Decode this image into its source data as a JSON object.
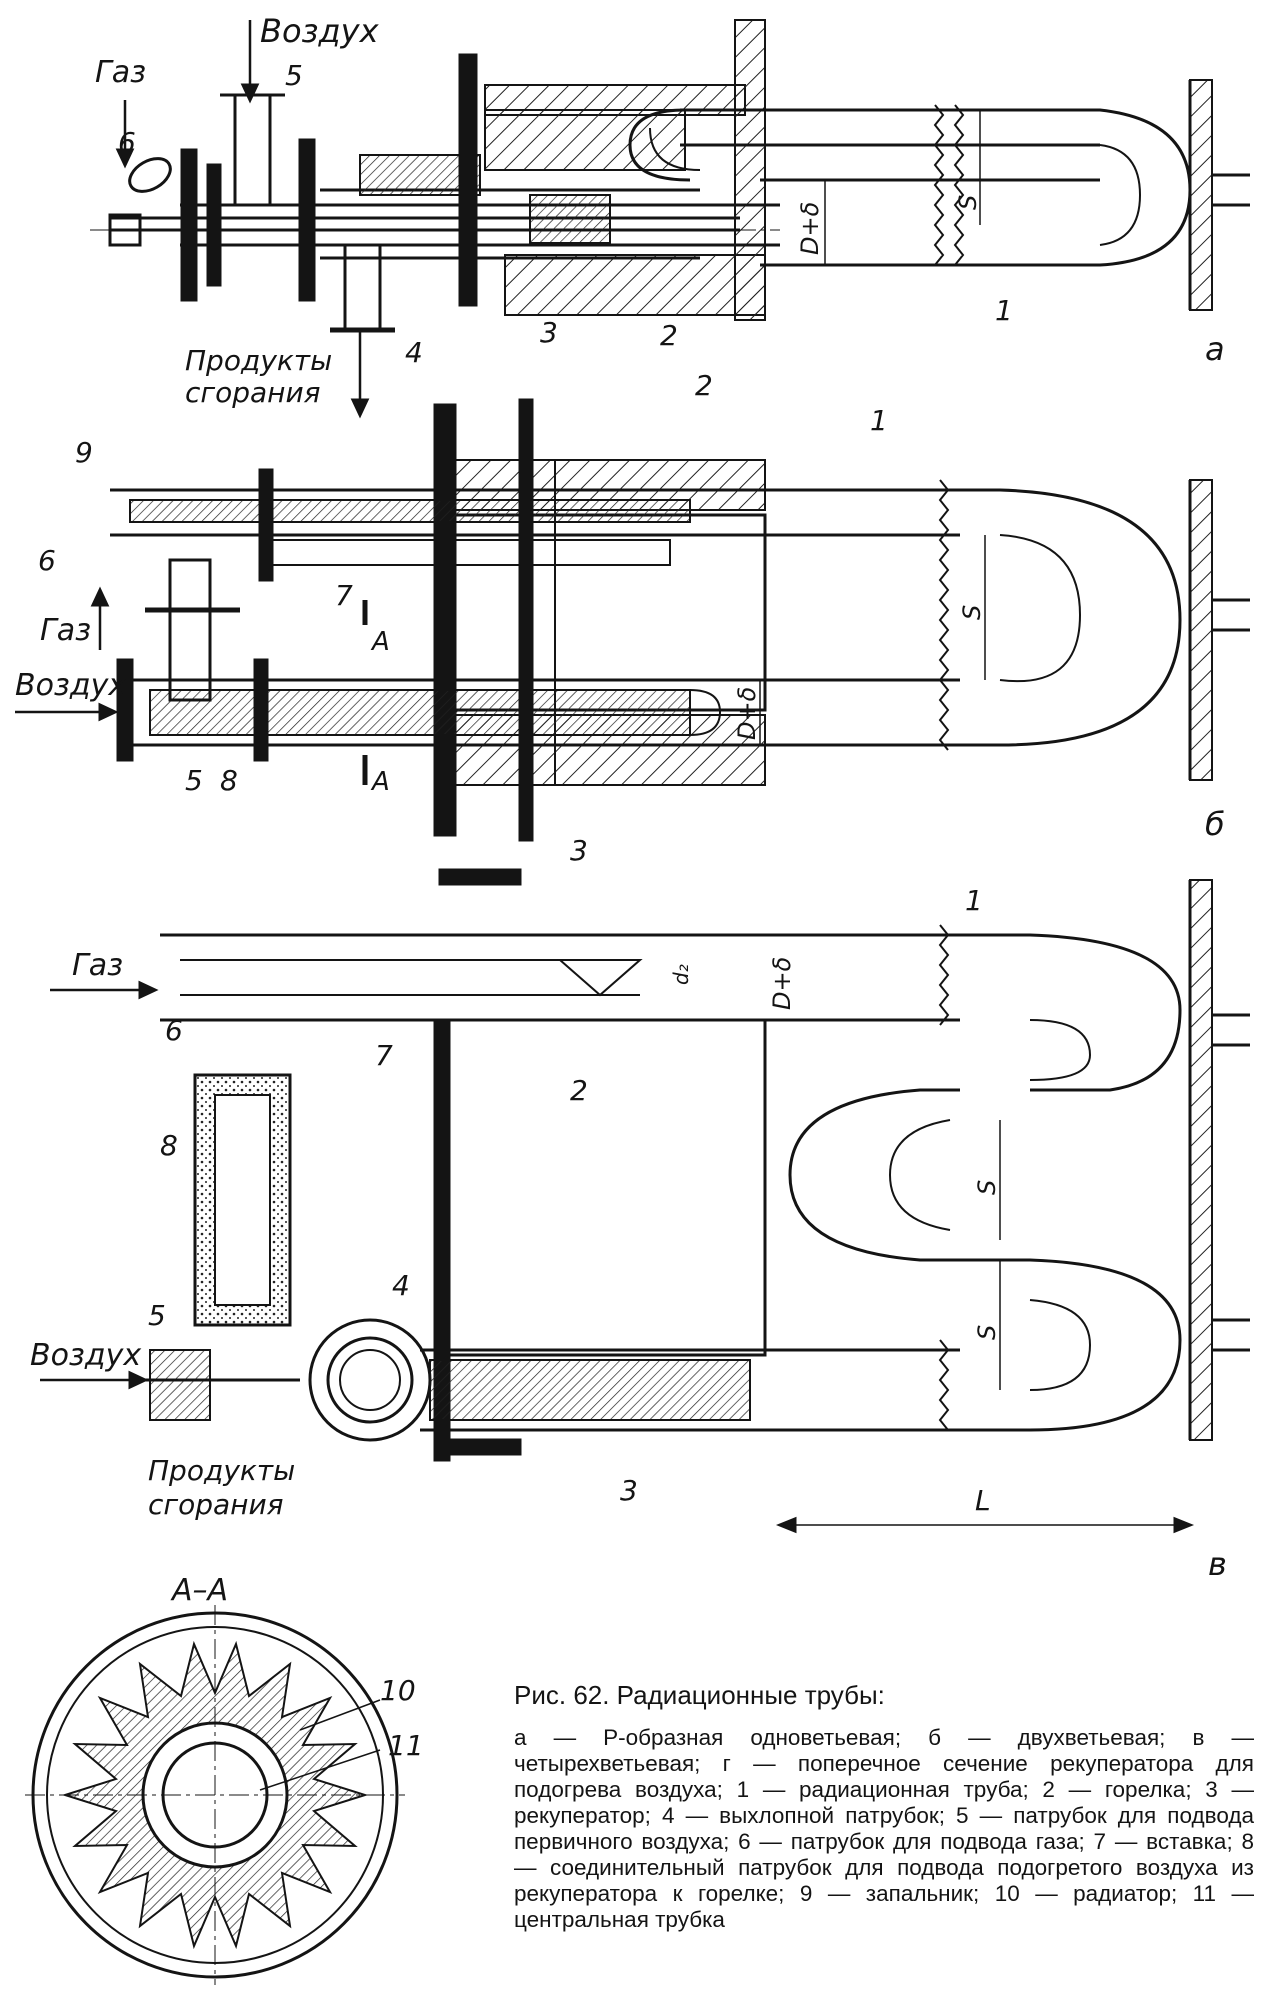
{
  "labels": {
    "a_air": "Воздух",
    "a_gas": "Газ",
    "a_products_1": "Продукты",
    "a_products_2": "сгорания",
    "a_dim_d": "D+δ",
    "a_dim_s": "S",
    "a_letter": "а",
    "b_gas": "Газ",
    "b_air": "Воздух",
    "b_section": "A",
    "b_dim_d": "D+δ",
    "b_dim_s": "S",
    "b_letter": "б",
    "c_gas": "Газ",
    "c_air": "Воздух",
    "c_products_1": "Продукты",
    "c_products_2": "сгорания",
    "c_dim_d": "D+δ",
    "c_dim_dr": "d₂",
    "c_dim_s": "S",
    "c_dim_l": "L",
    "c_letter": "в",
    "section_title": "A–A"
  },
  "numbers": {
    "n1": "1",
    "n2": "2",
    "n3": "3",
    "n4": "4",
    "n5": "5",
    "n6": "6",
    "n7": "7",
    "n8": "8",
    "n9": "9",
    "n10": "10",
    "n11": "11"
  },
  "caption": {
    "title": "Рис. 62. Радиационные трубы:",
    "text": "а — Р-образная одноветьевая; б — двухветьевая; в — четырехветьевая; г — поперечное сечение рекуператора для подогрева воздуха; 1 — радиационная труба; 2 — горелка; 3 — рекуператор; 4 — выхлопной патрубок; 5 — патрубок для подвода первичного воздуха; 6 — патрубок для подвода газа; 7 — вставка; 8 — соединительный патрубок для подвода подогретого воздуха из рекуператора к горелке; 9 — запальник; 10 — радиатор; 11 — центральная трубка"
  }
}
